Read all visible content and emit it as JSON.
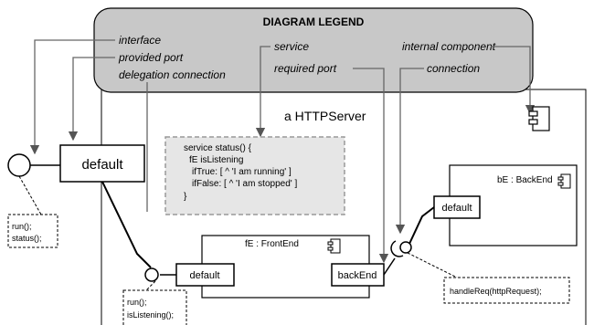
{
  "legend": {
    "title": "DIAGRAM LEGEND",
    "interface": "interface",
    "provided_port": "provided port",
    "delegation_connection": "delegation connection",
    "service": "service",
    "required_port": "required port",
    "internal_component": "internal component",
    "connection": "connection"
  },
  "server": {
    "label": "a HTTPServer"
  },
  "outer_port": {
    "label": "default"
  },
  "service_code": {
    "lines": [
      "service status() {",
      "  fE isListening",
      "    ifTrue: [ ^ 'I am running' ]",
      "    ifFalse: [ ^ 'I am stopped' ]",
      "}"
    ]
  },
  "backend": {
    "label": "bE : BackEnd",
    "port": "default"
  },
  "frontend": {
    "label": "fE : FrontEnd",
    "port": "default",
    "required_port": "backEnd"
  },
  "notes": {
    "outer_interface": [
      "run();",
      "status();"
    ],
    "frontend_interface": [
      "run();",
      "isListening();"
    ],
    "backend_interface": [
      "handleReq(httpRequest);"
    ]
  }
}
